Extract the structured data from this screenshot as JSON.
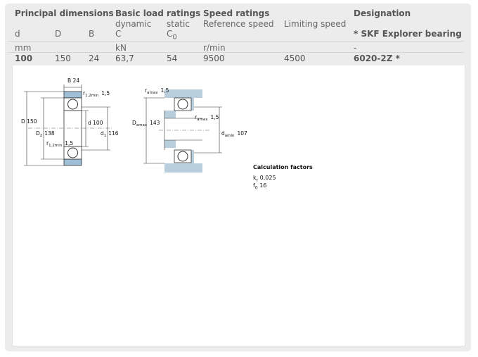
{
  "header": {
    "principal_dimensions": "Principal dimensions",
    "basic_load_ratings": "Basic load ratings",
    "speed_ratings": "Speed ratings",
    "designation": "Designation"
  },
  "subheader": {
    "d": "d",
    "D": "D",
    "B": "B",
    "dynamic": "dynamic",
    "dynamic_sym": "C",
    "static": "static",
    "static_sym": "C",
    "static_sub": "0",
    "reference_speed": "Reference speed",
    "limiting_speed": "Limiting speed",
    "skf_explorer": "* SKF Explorer bearing"
  },
  "units": {
    "dims": "mm",
    "load": "kN",
    "speed": "r/min",
    "designation": "-"
  },
  "row": {
    "d": "100",
    "D": "150",
    "B": "24",
    "C": "63,7",
    "C0": "54",
    "reference_speed": "9500",
    "limiting_speed": "4500",
    "designation": "6020-2Z *"
  },
  "drawing": {
    "B_label": "B",
    "B_value": "24",
    "r12_sym": "r",
    "r12_sub": "1,2min",
    "r12_value": "1,5",
    "D_label": "D",
    "D_value": "150",
    "D2_sym": "D",
    "D2_sub": "2",
    "D2_value": "138",
    "d_label": "d",
    "d_value": "100",
    "d1_sym": "d",
    "d1_sub": "1",
    "d1_value": "116",
    "ra_sym": "r",
    "ra_sub": "amax",
    "ra_value": "1,5",
    "Da_sym": "D",
    "Da_sub": "amax",
    "Da_value": "143",
    "da_sym": "d",
    "da_sub": "amin",
    "da_value": "107"
  },
  "calculation": {
    "title": "Calculation factors",
    "kr_sym": "k",
    "kr_sub": "r",
    "kr_value": "0,025",
    "f0_sym": "f",
    "f0_sub": "0",
    "f0_value": "16"
  }
}
